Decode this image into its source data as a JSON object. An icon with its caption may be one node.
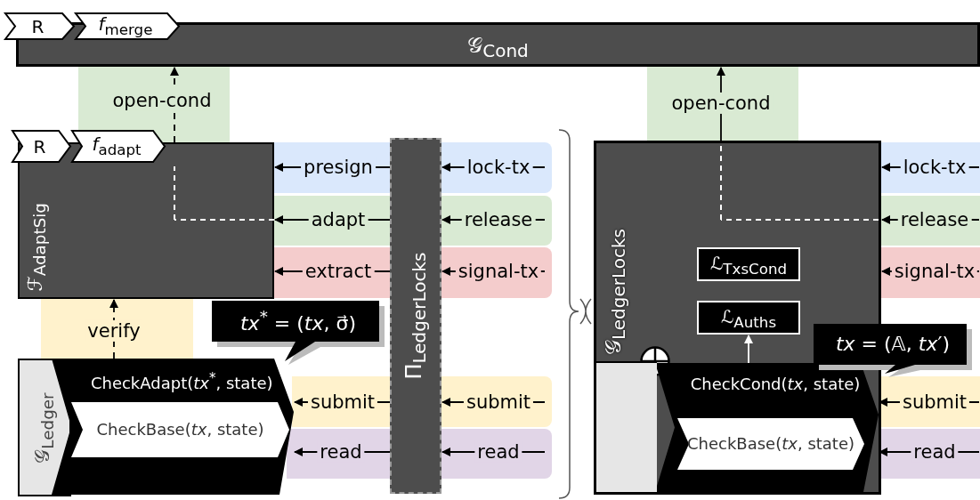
{
  "diagram": {
    "nodes": [
      {
        "text": [
          "𝒢$_{Cond}$"
        ]
      },
      {
        "text": [
          "R"
        ]
      },
      {
        "text": [
          "*f*$_{merge}$"
        ]
      },
      {
        "text": [
          "ℱ$_{AdaptSig}$"
        ]
      },
      {
        "text": [
          "R"
        ]
      },
      {
        "text": [
          "*f*$_{adapt}$"
        ]
      },
      {
        "text": [
          "*tx*$^{*}$ = (*tx*, σ⃗)"
        ]
      },
      {
        "text": [
          "𝒢$_{Ledger}$"
        ]
      },
      {
        "text": [
          "CheckAdapt(*tx*$^{*}$, state)"
        ]
      },
      {
        "text": [
          "CheckBase(*tx*, state)"
        ],
        "in": 8
      },
      {
        "text": [
          "Π$_{LedgerLocks}$"
        ]
      },
      {
        "text": [
          "𝒢$_{LedgerLocks}$"
        ]
      },
      {
        "text": [
          "ℒ$_{TxsCond}$"
        ],
        "in": 11
      },
      {
        "text": [
          "ℒ$_{Auths}$"
        ],
        "in": 11
      },
      {
        "text": [],
        "shape": "circle",
        "in": 11
      },
      {
        "text": [
          "CheckCond(*tx*, state)"
        ],
        "in": 11
      },
      {
        "text": [
          "CheckBase(*tx*, state)"
        ],
        "in": 15
      },
      {
        "text": [
          "*tx* = (𝔸, *tx*′)"
        ]
      },
      {
        "text": [],
        "shape": "box",
        "in": 11
      }
    ],
    "edges": [
      {
        "from": 3,
        "to": 0,
        "arrow": "to",
        "label": "open-cond",
        "style": "dashed"
      },
      {
        "from": 10,
        "to": 3,
        "arrow": "to",
        "label": "presign"
      },
      {
        "from": 10,
        "to": 3,
        "arrow": "to",
        "label": "adapt"
      },
      {
        "from": 10,
        "to": 3,
        "arrow": "to",
        "label": "extract"
      },
      {
        "from": null,
        "to": 10,
        "arrow": "to",
        "label": "lock-tx"
      },
      {
        "from": null,
        "to": 10,
        "arrow": "to",
        "label": "release"
      },
      {
        "from": null,
        "to": 10,
        "arrow": "to",
        "label": "signal-tx"
      },
      {
        "from": 8,
        "to": 3,
        "arrow": "to",
        "label": "verify",
        "style": "dashed"
      },
      {
        "from": 10,
        "to": 8,
        "arrow": "to",
        "label": "submit"
      },
      {
        "from": 10,
        "to": 8,
        "arrow": "to",
        "label": "read"
      },
      {
        "from": null,
        "to": 10,
        "arrow": "to",
        "label": "submit"
      },
      {
        "from": null,
        "to": 10,
        "arrow": "to",
        "label": "read"
      },
      {
        "from": 11,
        "to": 0,
        "arrow": "to",
        "label": "open-cond"
      },
      {
        "from": null,
        "to": 11,
        "arrow": "to",
        "label": "lock-tx"
      },
      {
        "from": null,
        "to": 11,
        "arrow": "to",
        "label": "release"
      },
      {
        "from": null,
        "to": 11,
        "arrow": "to",
        "label": "signal-tx"
      },
      {
        "from": null,
        "to": 15,
        "arrow": "to",
        "label": "submit"
      },
      {
        "from": null,
        "to": 15,
        "arrow": "to",
        "label": "read"
      },
      {
        "from": 15,
        "to": 13,
        "arrow": "to",
        "color": "#ffffff"
      }
    ]
  }
}
